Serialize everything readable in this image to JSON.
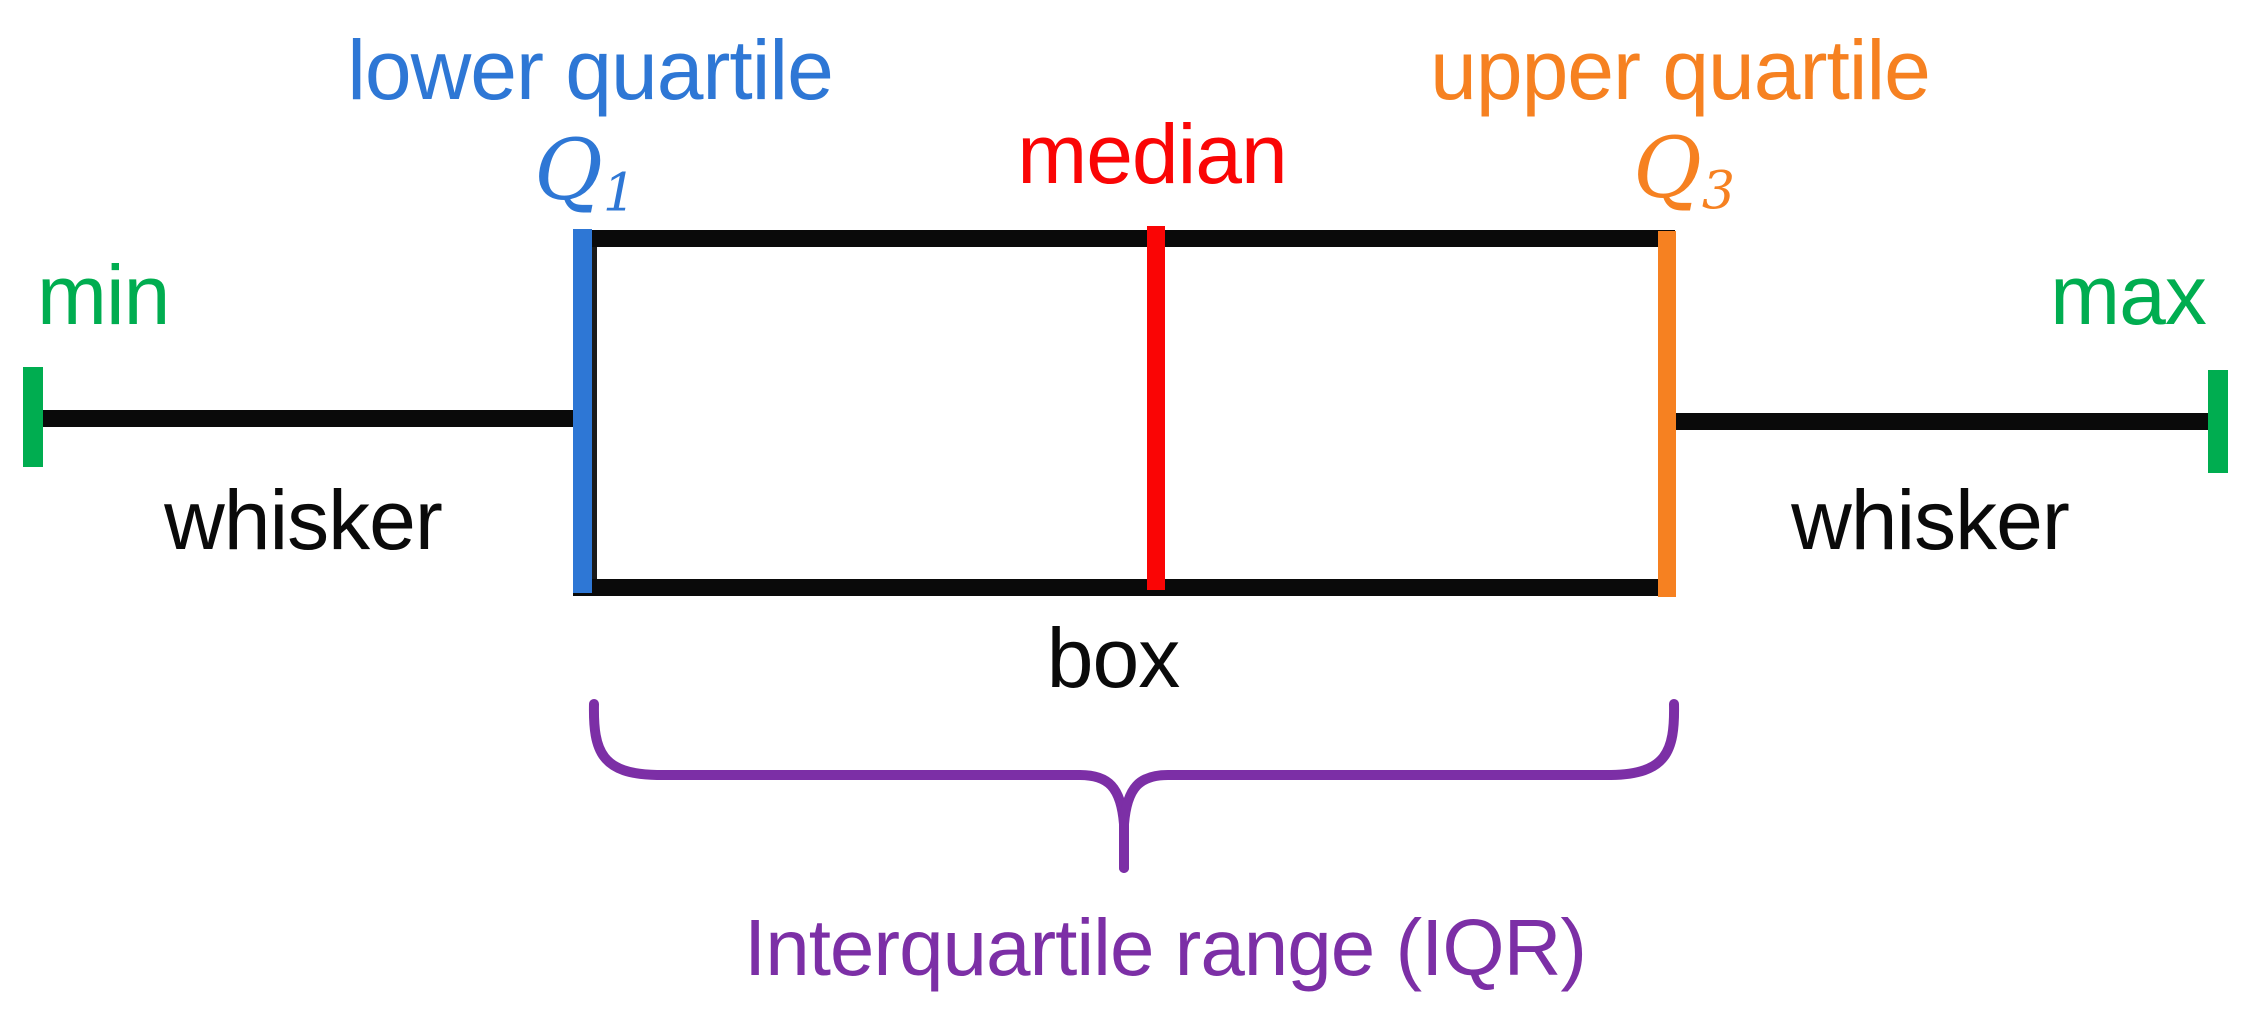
{
  "diagram": {
    "type": "boxplot-anatomy",
    "labels": {
      "lower_quartile": "lower quartile",
      "q1_letter": "Q",
      "q1_sub": "1",
      "median": "median",
      "upper_quartile": "upper quartile",
      "q3_letter": "Q",
      "q3_sub": "3",
      "min": "min",
      "max": "max",
      "whisker_left": "whisker",
      "whisker_right": "whisker",
      "box": "box",
      "iqr": "Interquartile range (IQR)"
    },
    "colors": {
      "blue": "#2E77D5",
      "orange": "#F68121",
      "red": "#FA0505",
      "green": "#00AD50",
      "purple": "#7C2FA6",
      "black": "#0A0A0A"
    }
  }
}
